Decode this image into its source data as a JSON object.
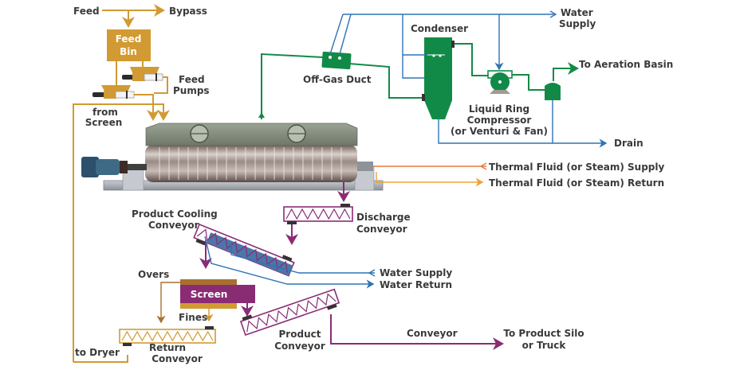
{
  "title": "Dryer process flow diagram",
  "colors": {
    "feed_lines": "#d19a32",
    "offgas_lines": "#128a47",
    "water_lines": "#2f74b5",
    "product_lines": "#8a2c74",
    "thermal_supply": "#ea7a3c",
    "thermal_return": "#efa23a",
    "screen_top": "#a8702e",
    "screen_body": "#8a2c74",
    "screen_bottom": "#d19a32"
  },
  "labels": {
    "feed": "Feed",
    "bypass": "Bypass",
    "feed_bin_line1": "Feed",
    "feed_bin_line2": "Bin",
    "feed_pumps_line1": "Feed",
    "feed_pumps_line2": "Pumps",
    "from_screen_line1": "from",
    "from_screen_line2": "Screen",
    "off_gas_duct": "Off-Gas Duct",
    "condenser": "Condenser",
    "water_supply_top_line1": "Water",
    "water_supply_top_line2": "Supply",
    "to_aeration_basin": "To Aeration Basin",
    "compressor_line1": "Liquid Ring",
    "compressor_line2": "Compressor",
    "compressor_line3": "(or Venturi & Fan)",
    "drain": "Drain",
    "thermal_supply": "Thermal Fluid (or Steam) Supply",
    "thermal_return": "Thermal Fluid (or Steam) Return",
    "product_cooling_line1": "Product Cooling",
    "product_cooling_line2": "Conveyor",
    "discharge_line1": "Discharge",
    "discharge_line2": "Conveyor",
    "water_supply_bottom": "Water Supply",
    "water_return_bottom": "Water Return",
    "overs": "Overs",
    "screen": "Screen",
    "fines": "Fines",
    "product_conveyor_line1": "Product",
    "product_conveyor_line2": "Conveyor",
    "conveyor": "Conveyor",
    "to_product_silo_line1": "To Product Silo",
    "to_product_silo_line2": "or Truck",
    "to_dryer": "to Dryer",
    "return_conveyor_line1": "Return",
    "return_conveyor_line2": "Conveyor"
  },
  "icons": {
    "dryer": "paddle-dryer-machine",
    "feed_bin": "hopper-bin",
    "feed_pump": "piston-pump",
    "condenser": "condenser-tower",
    "compressor": "liquid-ring-compressor",
    "separator": "separator-tank",
    "duct": "off-gas-duct",
    "conveyor": "screw-conveyor",
    "screen": "vibrating-screen"
  }
}
